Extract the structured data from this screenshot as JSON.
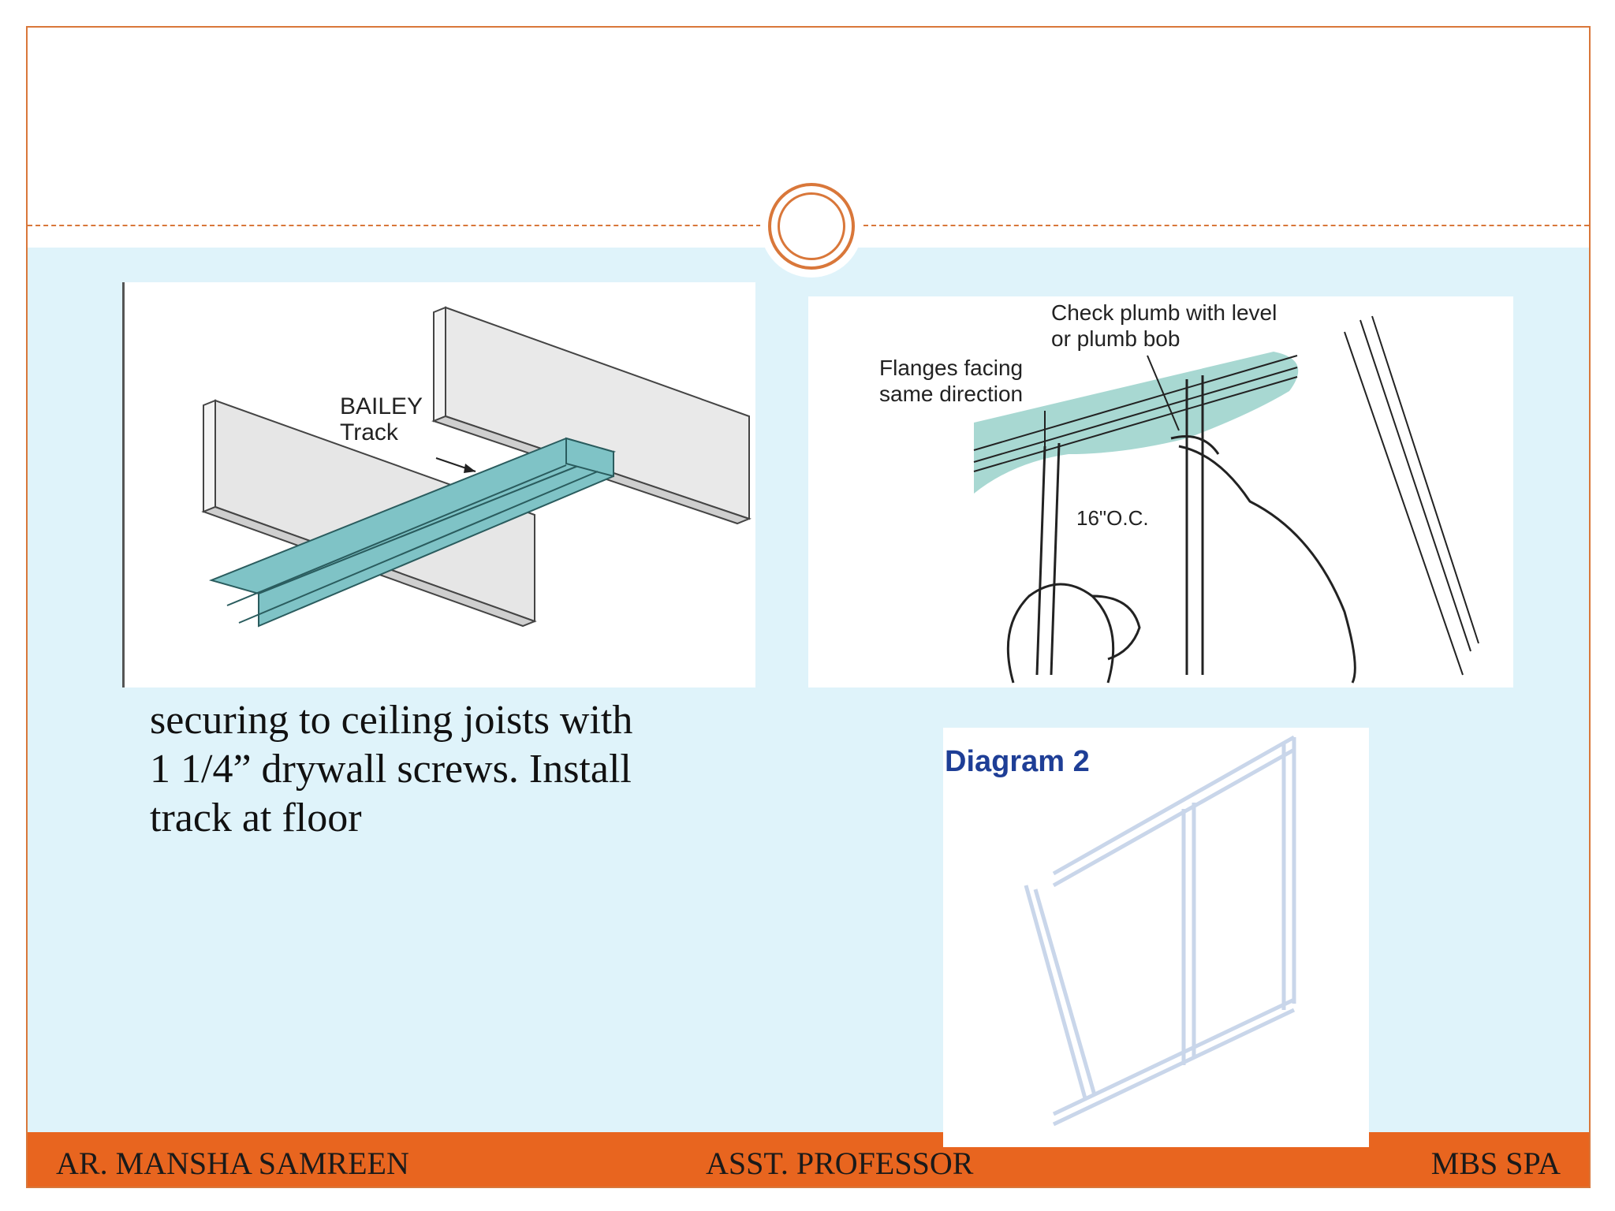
{
  "slide": {
    "body_lines": [
      "securing to ceiling joists with",
      "1 1/4” drywall screws. Install",
      "track at floor"
    ]
  },
  "figures": {
    "bailey_track": {
      "label_line1": "BAILEY",
      "label_line2": "Track",
      "track_color": "#7fc3c6"
    },
    "plumb_check": {
      "callout_1_line1": "Check plumb with level",
      "callout_1_line2": "or plumb bob",
      "callout_2_line1": "Flanges facing",
      "callout_2_line2": "same direction",
      "spacing_label": "16\"O.C.",
      "ceiling_color": "#a8d8d2"
    },
    "diagram_2": {
      "title": "Diagram 2",
      "title_color": "#1e3e96",
      "frame_color": "#c9d6ea"
    }
  },
  "footer": {
    "left": "AR. MANSHA SAMREEN",
    "center": "ASST. PROFESSOR",
    "right": "MBS SPA",
    "color": "#e8651f"
  },
  "theme": {
    "accent": "#d9773a",
    "content_background": "#dff3fa"
  }
}
